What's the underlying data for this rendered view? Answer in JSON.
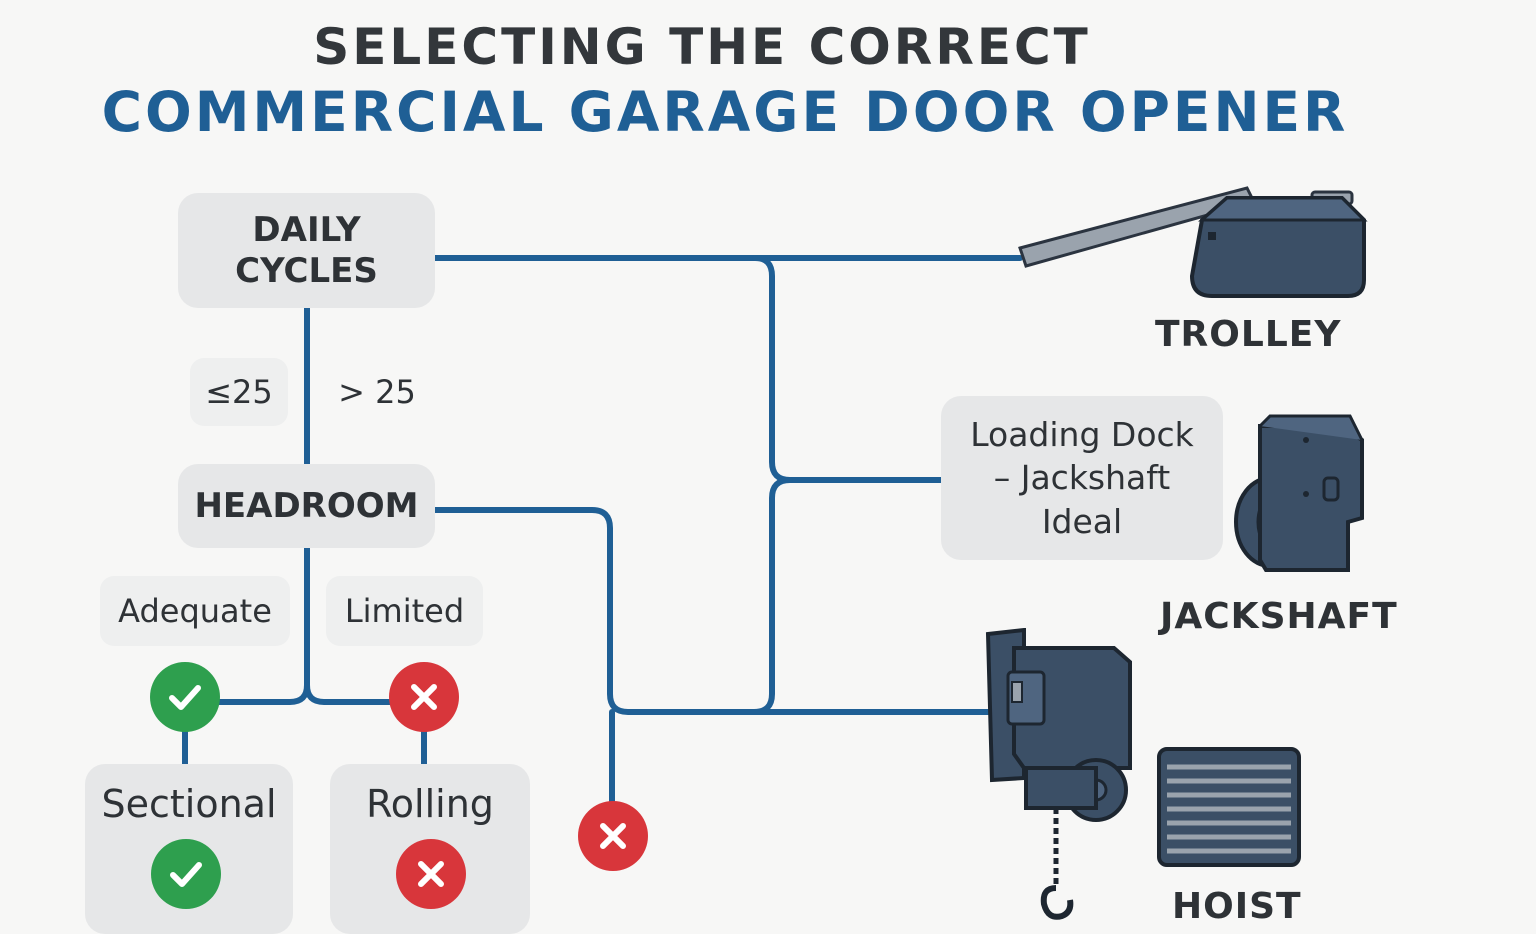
{
  "title": {
    "line1": "SELECTING THE CORRECT",
    "line2": "COMMERCIAL GARAGE DOOR OPENER"
  },
  "nodes": {
    "daily_cycles": "DAILY CYCLES",
    "le25": "≤25",
    "gt25": "> 25",
    "headroom": "HEADROOM",
    "adequate": "Adequate",
    "limited": "Limited",
    "sectional": "Sectional",
    "rolling": "Rolling",
    "loading_dock": "Loading Dock – Jackshaft Ideal"
  },
  "openers": {
    "trolley": "TROLLEY",
    "jackshaft": "JACKSHAFT",
    "hoist": "HOIST"
  },
  "colors": {
    "line": "#1f5f95",
    "title_dark": "#33373b",
    "title_blue": "#1f5f95",
    "check": "#2e9f4e",
    "cross": "#d8363b",
    "machine": "#3b4f66"
  },
  "icons": [
    "check-icon",
    "cross-icon",
    "trolley-opener-icon",
    "jackshaft-opener-icon",
    "hoist-opener-icon",
    "rolling-door-icon"
  ]
}
